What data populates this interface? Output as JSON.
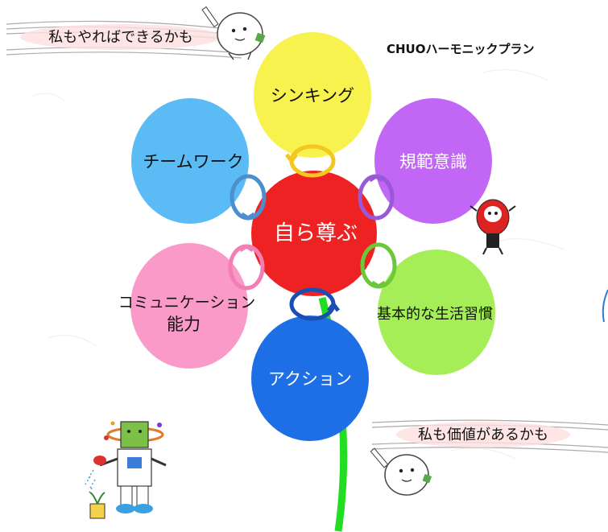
{
  "title": "CHUOハーモニックプラン",
  "banner_top": "私もやればできるかも",
  "banner_bottom": "私も価値があるかも",
  "center": {
    "label": "自ら尊ぶ",
    "color": "#ee2222"
  },
  "petals": [
    {
      "id": "thinking",
      "label": "シンキング",
      "color": "#f7f24e"
    },
    {
      "id": "norms",
      "label": "規範意識",
      "color": "#c266f5"
    },
    {
      "id": "habits",
      "label": "基本的な生活習慣",
      "color": "#a6ee58"
    },
    {
      "id": "action",
      "label": "アクション",
      "color": "#1e6fe6"
    },
    {
      "id": "communication",
      "label_line1": "コミュニケーション",
      "label_line2": "能力",
      "color": "#f99ac9"
    },
    {
      "id": "teamwork",
      "label": "チームワーク",
      "color": "#5bbcf5"
    }
  ]
}
